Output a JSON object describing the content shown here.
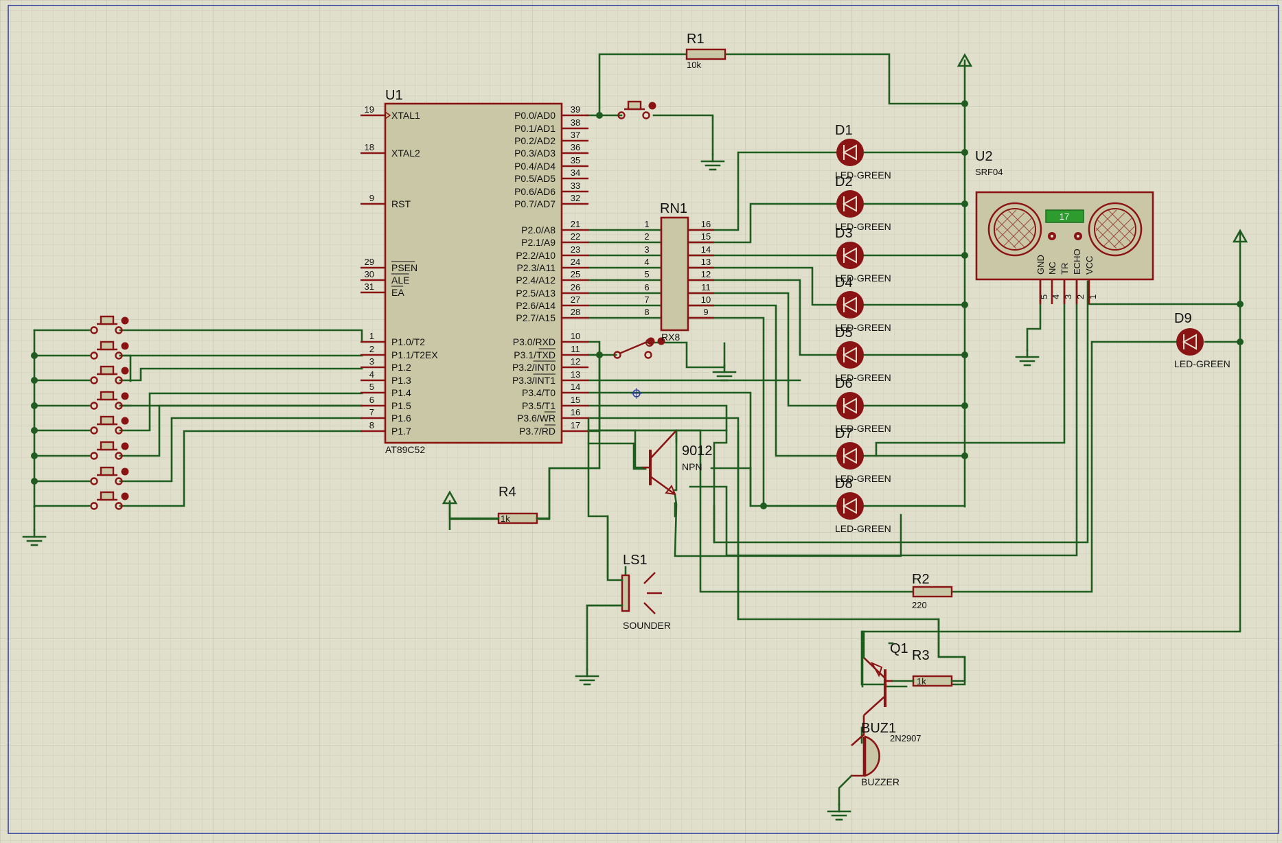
{
  "colors": {
    "background": "#e0dfcc",
    "wire": "#1f5c1f",
    "component": "#8a1414",
    "component_fill": "#c9c7a6",
    "display_green": "#2e9b2e"
  },
  "u1": {
    "ref": "U1",
    "value": "AT89C52",
    "left_pins": [
      {
        "num": "19",
        "name": "XTAL1"
      },
      {
        "num": "18",
        "name": "XTAL2"
      },
      {
        "num": "9",
        "name": "RST"
      },
      {
        "num": "29",
        "name": "PSEN"
      },
      {
        "num": "30",
        "name": "ALE"
      },
      {
        "num": "31",
        "name": "EA"
      },
      {
        "num": "1",
        "name": "P1.0/T2"
      },
      {
        "num": "2",
        "name": "P1.1/T2EX"
      },
      {
        "num": "3",
        "name": "P1.2"
      },
      {
        "num": "4",
        "name": "P1.3"
      },
      {
        "num": "5",
        "name": "P1.4"
      },
      {
        "num": "6",
        "name": "P1.5"
      },
      {
        "num": "7",
        "name": "P1.6"
      },
      {
        "num": "8",
        "name": "P1.7"
      }
    ],
    "right_pins": [
      {
        "num": "39",
        "name": "P0.0/AD0"
      },
      {
        "num": "38",
        "name": "P0.1/AD1"
      },
      {
        "num": "37",
        "name": "P0.2/AD2"
      },
      {
        "num": "36",
        "name": "P0.3/AD3"
      },
      {
        "num": "35",
        "name": "P0.4/AD4"
      },
      {
        "num": "34",
        "name": "P0.5/AD5"
      },
      {
        "num": "33",
        "name": "P0.6/AD6"
      },
      {
        "num": "32",
        "name": "P0.7/AD7"
      },
      {
        "num": "21",
        "name": "P2.0/A8"
      },
      {
        "num": "22",
        "name": "P2.1/A9"
      },
      {
        "num": "23",
        "name": "P2.2/A10"
      },
      {
        "num": "24",
        "name": "P2.3/A11"
      },
      {
        "num": "25",
        "name": "P2.4/A12"
      },
      {
        "num": "26",
        "name": "P2.5/A13"
      },
      {
        "num": "27",
        "name": "P2.6/A14"
      },
      {
        "num": "28",
        "name": "P2.7/A15"
      },
      {
        "num": "10",
        "name": "P3.0/RXD"
      },
      {
        "num": "11",
        "name": "P3.1/TXD"
      },
      {
        "num": "12",
        "name": "P3.2/INT0"
      },
      {
        "num": "13",
        "name": "P3.3/INT1"
      },
      {
        "num": "14",
        "name": "P3.4/T0"
      },
      {
        "num": "15",
        "name": "P3.5/T1"
      },
      {
        "num": "16",
        "name": "P3.6/WR"
      },
      {
        "num": "17",
        "name": "P3.7/RD"
      }
    ]
  },
  "rn1": {
    "ref": "RN1",
    "value": "RX8",
    "left_nums": [
      "1",
      "2",
      "3",
      "4",
      "5",
      "6",
      "7",
      "8"
    ],
    "right_nums": [
      "16",
      "15",
      "14",
      "13",
      "12",
      "11",
      "10",
      "9"
    ]
  },
  "r1": {
    "ref": "R1",
    "value": "10k"
  },
  "r2": {
    "ref": "R2",
    "value": "220"
  },
  "r3": {
    "ref": "R3",
    "value": "1k"
  },
  "r4": {
    "ref": "R4",
    "value": "1k"
  },
  "leds": [
    {
      "ref": "D1",
      "value": "LED-GREEN"
    },
    {
      "ref": "D2",
      "value": "LED-GREEN"
    },
    {
      "ref": "D3",
      "value": "LED-GREEN"
    },
    {
      "ref": "D4",
      "value": "LED-GREEN"
    },
    {
      "ref": "D5",
      "value": "LED-GREEN"
    },
    {
      "ref": "D6",
      "value": "LED-GREEN"
    },
    {
      "ref": "D7",
      "value": "LED-GREEN"
    },
    {
      "ref": "D8",
      "value": "LED-GREEN"
    }
  ],
  "d9": {
    "ref": "D9",
    "value": "LED-GREEN"
  },
  "u2": {
    "ref": "U2",
    "value": "SRF04",
    "display": "17",
    "pin_names": [
      "GND",
      "NC",
      "TR",
      "ECHO",
      "VCC"
    ],
    "pin_nums": [
      "5",
      "4",
      "3",
      "2",
      "1"
    ]
  },
  "npn": {
    "value": "9012",
    "type": "NPN"
  },
  "ls1": {
    "ref": "LS1",
    "value": "SOUNDER"
  },
  "q1": {
    "ref": "Q1",
    "value": "2N2907"
  },
  "buz1": {
    "ref": "BUZ1",
    "value": "BUZZER"
  }
}
